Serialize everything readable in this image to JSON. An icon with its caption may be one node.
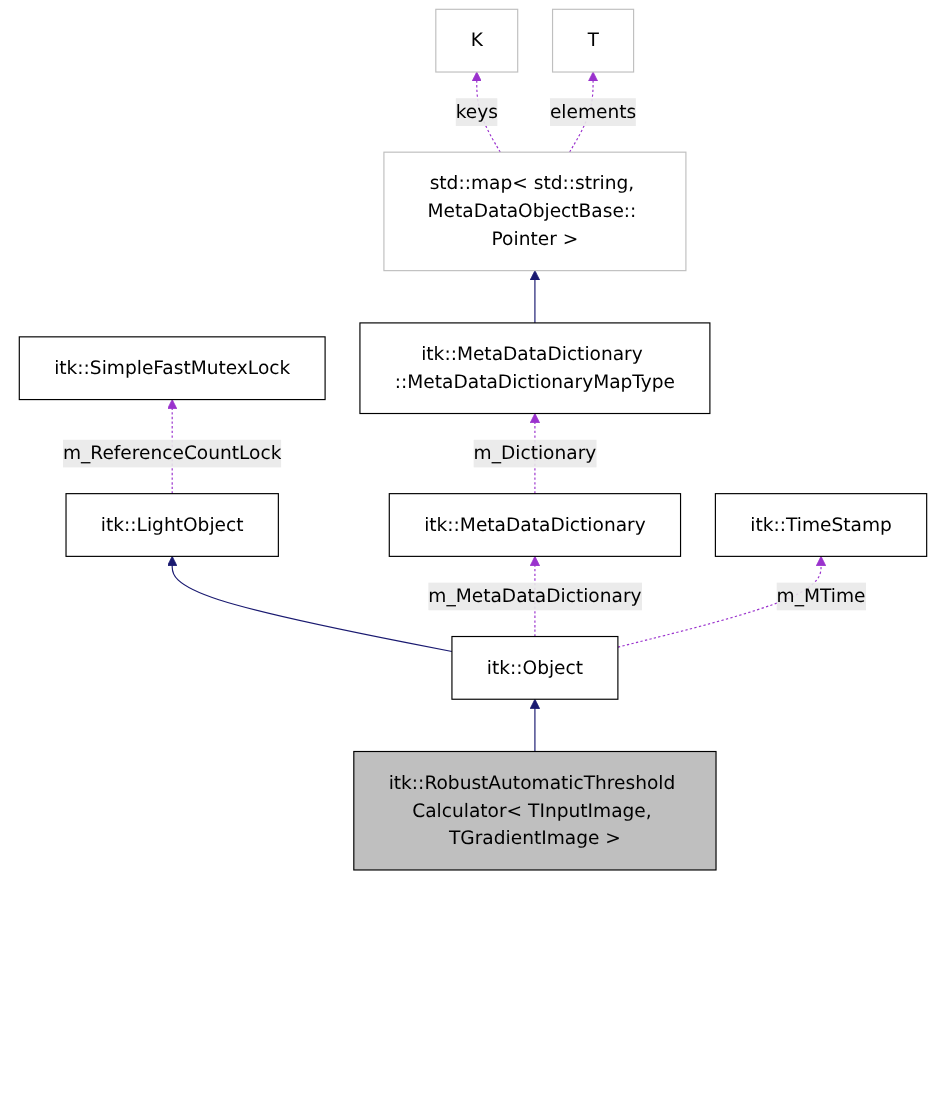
{
  "diagram": {
    "nodes": [
      {
        "text": [
          "K"
        ]
      },
      {
        "text": [
          "T"
        ]
      },
      {
        "text": [
          "std::map< std::string, MetaDataObjectBase:: Pointer >"
        ]
      },
      {
        "text": [
          "itk::SimpleFastMutexLock"
        ]
      },
      {
        "text": [
          "itk::MetaDataDictionary ::MetaDataDictionaryMapType"
        ]
      },
      {
        "text": [
          "itk::LightObject"
        ]
      },
      {
        "text": [
          "itk::MetaDataDictionary"
        ]
      },
      {
        "text": [
          "itk::TimeStamp"
        ]
      },
      {
        "text": [
          "itk::Object"
        ]
      },
      {
        "text": [
          "itk::RobustAutomaticThreshold Calculator< TInputImage, TGradientImage >"
        ]
      }
    ],
    "edges": [
      {
        "from": 2,
        "to": 0,
        "arrow": "to",
        "label": "keys",
        "style": "dashed"
      },
      {
        "from": 2,
        "to": 1,
        "arrow": "to",
        "label": "elements",
        "style": "dashed"
      },
      {
        "from": 4,
        "to": 2,
        "arrow": "to",
        "color": "#191970"
      },
      {
        "from": 5,
        "to": 3,
        "arrow": "to",
        "label": "m_ReferenceCountLock",
        "style": "dashed"
      },
      {
        "from": 6,
        "to": 4,
        "arrow": "to",
        "label": "m_Dictionary",
        "style": "dashed"
      },
      {
        "from": 8,
        "to": 5,
        "arrow": "to",
        "color": "#191970"
      },
      {
        "from": 8,
        "to": 6,
        "arrow": "to",
        "label": "m_MetaDataDictionary",
        "style": "dashed"
      },
      {
        "from": 8,
        "to": 7,
        "arrow": "to",
        "label": "m_MTime",
        "style": "dashed"
      },
      {
        "from": 9,
        "to": 8,
        "arrow": "to",
        "color": "#191970"
      }
    ]
  }
}
